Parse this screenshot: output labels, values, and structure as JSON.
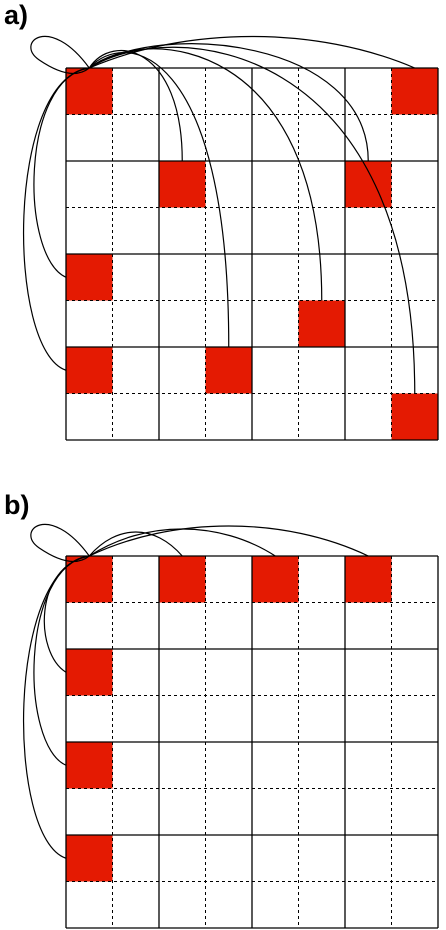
{
  "colors": {
    "filled_cell": "#e41a02",
    "grid": "#000000",
    "background": "#ffffff"
  },
  "panels": [
    {
      "label": "a)",
      "grid_size": 8,
      "origin_cell": [
        0,
        0
      ],
      "filled_cells": [
        [
          0,
          0
        ],
        [
          0,
          7
        ],
        [
          2,
          2
        ],
        [
          2,
          6
        ],
        [
          4,
          0
        ],
        [
          5,
          5
        ],
        [
          6,
          0
        ],
        [
          6,
          3
        ],
        [
          7,
          7
        ]
      ],
      "links": [
        [
          0,
          7
        ],
        [
          2,
          2
        ],
        [
          2,
          6
        ],
        [
          4,
          0
        ],
        [
          5,
          5
        ],
        [
          6,
          0
        ],
        [
          6,
          3
        ],
        [
          7,
          7
        ]
      ],
      "self_loop": true
    },
    {
      "label": "b)",
      "grid_size": 8,
      "origin_cell": [
        0,
        0
      ],
      "filled_cells": [
        [
          0,
          0
        ],
        [
          0,
          2
        ],
        [
          0,
          4
        ],
        [
          0,
          6
        ],
        [
          2,
          0
        ],
        [
          4,
          0
        ],
        [
          6,
          0
        ]
      ],
      "links": [
        [
          0,
          2
        ],
        [
          0,
          4
        ],
        [
          0,
          6
        ],
        [
          2,
          0
        ],
        [
          4,
          0
        ],
        [
          6,
          0
        ]
      ],
      "self_loop": true
    }
  ]
}
